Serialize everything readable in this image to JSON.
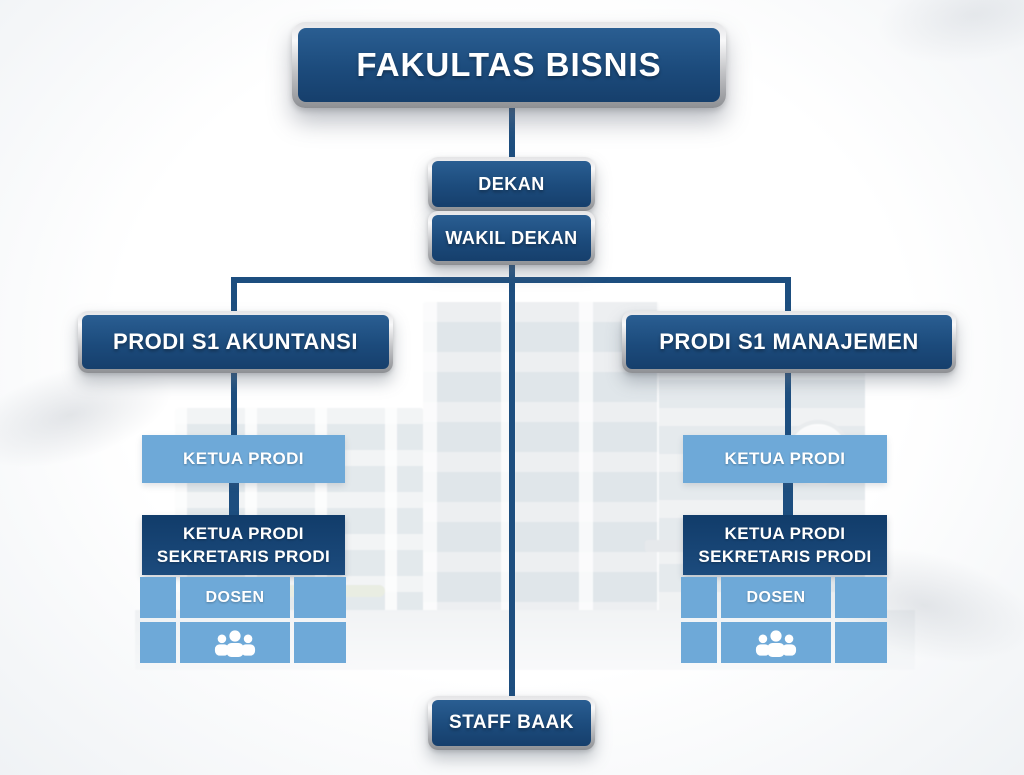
{
  "top_box": {
    "label": "FAKULTAS BISNIS"
  },
  "dekan_box": {
    "label": "DEKAN"
  },
  "wakil_dekan_box": {
    "label": "WAKIL DEKAN"
  },
  "staff_box": {
    "label": "STAFF BAAK"
  },
  "branches": [
    {
      "title": "PRODI S1 AKUNTANSI",
      "ketua_label": "KETUA PRODI",
      "leadership": {
        "line1": "KETUA PRODI",
        "line2": "SEKRETARIS PRODI"
      },
      "dosen_label": "DOSEN",
      "icon": "people-group-icon"
    },
    {
      "title": "PRODI S1 MANAJEMEN",
      "ketua_label": "KETUA PRODI",
      "leadership": {
        "line1": "KETUA PRODI",
        "line2": "SEKRETARIS PRODI"
      },
      "dosen_label": "DOSEN",
      "icon": "people-group-icon"
    }
  ],
  "colors": {
    "primary_blue": "#1d4e7f",
    "navy_box": "#143f6e",
    "light_blue": "#6ea9d8",
    "metallic_silver": "#c2c3c6",
    "connector": "#1d4e7f",
    "background": "#fbfcfd"
  }
}
